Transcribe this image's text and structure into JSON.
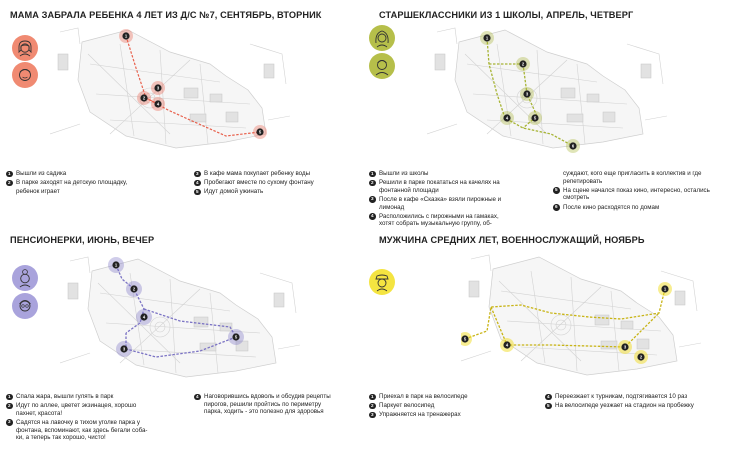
{
  "colors": {
    "child": "#e8604c",
    "child_avatar": "#f08a72",
    "teen": "#a7b435",
    "teen_avatar": "#b6bf4a",
    "pension": "#7b73c4",
    "pension_avatar": "#a9a3dc",
    "man": "#f1dc26",
    "man_avatar": "#f4e441",
    "map_lines": "#c9c9c9",
    "map_fill": "#f5f5f5"
  },
  "panels": [
    {
      "title": "МАМА ЗАБРАЛА РЕБЕНКА 4 ЛЕТ ИЗ Д/С №7, СЕНТЯБРЬ, ВТОРНИК",
      "avatars": [
        "woman-avatar-icon",
        "child-avatar-icon"
      ],
      "markers": [
        "1",
        "2",
        "3",
        "4",
        "5"
      ],
      "steps_left": [
        {
          "n": "1",
          "text": "Вышли из садика"
        },
        {
          "n": "2",
          "text": "В парке заходят на детскую площадку,"
        },
        {
          "n": "",
          "text": "ребенок играет"
        }
      ],
      "steps_right": [
        {
          "n": "3",
          "text": "В кафе мама покупает ребенку воды"
        },
        {
          "n": "4",
          "text": "Пробегают вместе по сухому фонтану"
        },
        {
          "n": "5",
          "text": "Идут домой ужинать"
        }
      ]
    },
    {
      "title": "СТАРШЕКЛАССНИКИ ИЗ 1 ШКОЛЫ, АПРЕЛЬ, ЧЕТВЕРГ",
      "avatars": [
        "teen-girl-avatar-icon",
        "teen-boy-avatar-icon"
      ],
      "markers": [
        "1",
        "2",
        "3",
        "4",
        "5",
        "6"
      ],
      "steps_left": [
        {
          "n": "1",
          "text": "Вышли из школы"
        },
        {
          "n": "2",
          "text": "Решили в парке покататься на качелях на"
        },
        {
          "n": "",
          "text": "фонтанной площади"
        },
        {
          "n": "3",
          "text": "После в кафе «Сказка» взяли пирожные и"
        },
        {
          "n": "",
          "text": "лимонад"
        },
        {
          "n": "4",
          "text": "Расположились с пирожными на гамаках,"
        },
        {
          "n": "",
          "text": "хотят собрать музыкальную группу, об-"
        }
      ],
      "steps_right": [
        {
          "n": "",
          "text": "суждают, кого еще пригласить в коллектив и где"
        },
        {
          "n": "",
          "text": "репетировать"
        },
        {
          "n": "5",
          "text": "На сцене начался показ кино, интересно, остались"
        },
        {
          "n": "",
          "text": "смотреть"
        },
        {
          "n": "6",
          "text": "После кино расходятся по домам"
        }
      ]
    },
    {
      "title": "ПЕНСИОНЕРКИ, ИЮНЬ, ВЕЧЕР",
      "avatars": [
        "old-woman-avatar-icon",
        "old-woman-glasses-avatar-icon"
      ],
      "markers": [
        "1",
        "2",
        "3",
        "4",
        "5"
      ],
      "steps_left": [
        {
          "n": "1",
          "text": "Спала жара, вышли гулять в парк"
        },
        {
          "n": "2",
          "text": "Идут по аллее, цветет экзинацея, хорошо"
        },
        {
          "n": "",
          "text": "пахнет, красота!"
        },
        {
          "n": "3",
          "text": "Садятся на лавочку в тихом уголке парка у"
        },
        {
          "n": "",
          "text": "фонтана, вспоминают, как здесь бегали соба-"
        },
        {
          "n": "",
          "text": "ки, а теперь так хорошо, чисто!"
        }
      ],
      "steps_right": [
        {
          "n": "4",
          "text": "Наговорившись вдоволь и обсудив рецепты"
        },
        {
          "n": "",
          "text": "пирогов, решили пройтись по периметру"
        },
        {
          "n": "",
          "text": "парка, ходить - это полезно для здоровья"
        }
      ]
    },
    {
      "title": "МУЖЧИНА СРЕДНИХ ЛЕТ, ВОЕННОСЛУЖАЩИЙ, НОЯБРЬ",
      "avatars": [
        "soldier-avatar-icon"
      ],
      "markers": [
        "1",
        "2",
        "3",
        "4",
        "5"
      ],
      "steps_left": [
        {
          "n": "1",
          "text": "Приехал в парк на велосипеде"
        },
        {
          "n": "2",
          "text": "Паркует велосипед"
        },
        {
          "n": "3",
          "text": "Упражняется на тренажерах"
        }
      ],
      "steps_right": [
        {
          "n": "4",
          "text": "Переезжает к турникам, подтягивается 10 раз"
        },
        {
          "n": "5",
          "text": "На велосипеде уезжает на стадион на пробежку"
        }
      ]
    }
  ]
}
